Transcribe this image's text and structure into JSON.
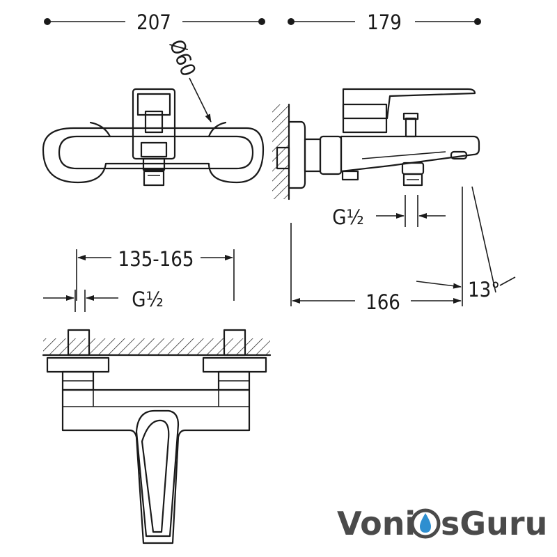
{
  "dimensions": {
    "top_view_width": "207",
    "side_view_depth": "179",
    "escutcheon_diameter": "Ø60",
    "side_thread": "G½",
    "center_distance": "135-165",
    "front_thread": "G½",
    "spout_reach": "166",
    "spout_angle": "13°"
  },
  "watermark": {
    "text": "VoniosGuru",
    "part1": "Voni",
    "part2": "sGuru",
    "color_dark": "#4a4a4a",
    "color_accent": "#2e8fd0"
  },
  "colors": {
    "line": "#1a1a1a",
    "background": "#ffffff"
  }
}
